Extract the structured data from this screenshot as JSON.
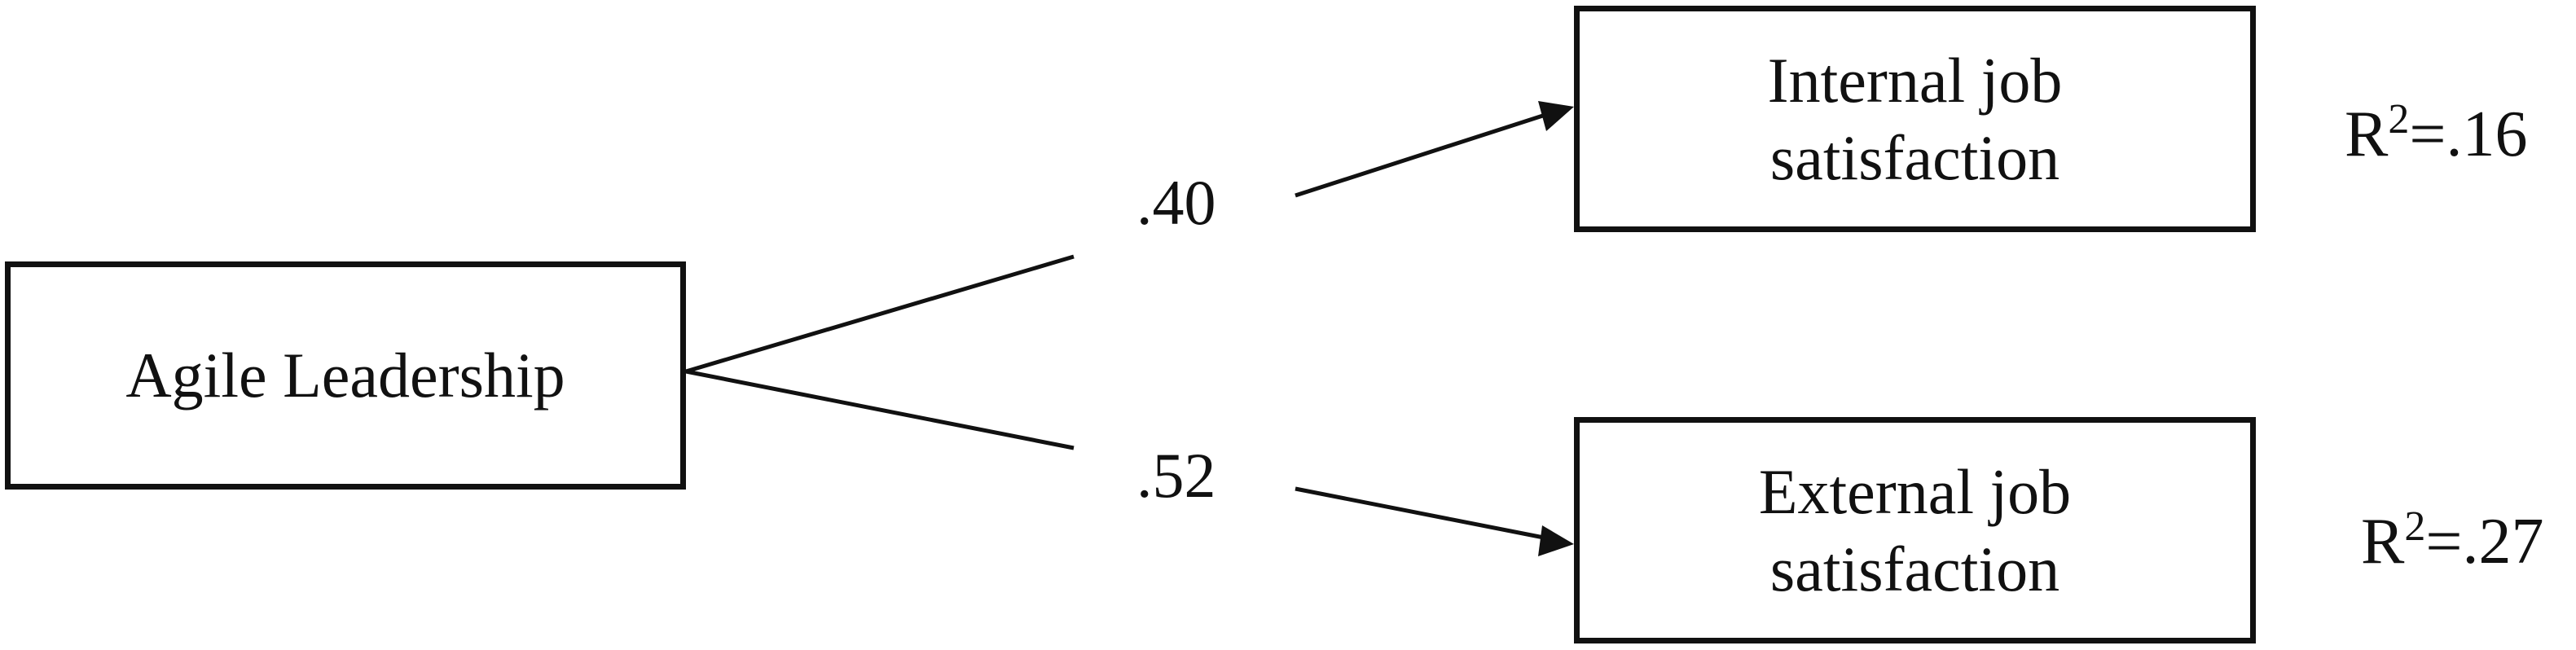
{
  "nodes": {
    "agile": {
      "label": "Agile Leadership"
    },
    "internal": {
      "label": "Internal job\nsatisfaction"
    },
    "external": {
      "label": "External job\nsatisfaction"
    }
  },
  "paths": {
    "internal": {
      "coefficient": ".40"
    },
    "external": {
      "coefficient": ".52"
    }
  },
  "r_squared": {
    "internal": {
      "prefix": "R",
      "exponent": "2",
      "value": "=.16"
    },
    "external": {
      "prefix": "R",
      "exponent": "2",
      "value": "=.27"
    }
  },
  "colors": {
    "stroke": "#111111",
    "background": "#ffffff"
  }
}
